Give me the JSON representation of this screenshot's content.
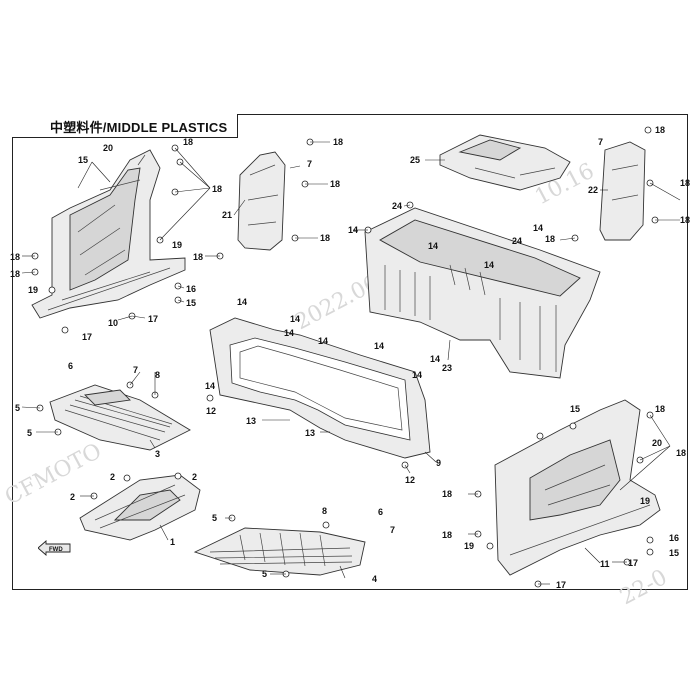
{
  "header": {
    "title": "中塑料件/MIDDLE PLASTICS"
  },
  "badge": {
    "fwd": "FWD"
  },
  "watermark": {
    "left": "CFMOTO",
    "right_top": "10.16",
    "center": "2022.06",
    "right_bottom": "22-0"
  },
  "callouts": {
    "n1": "1",
    "n2": "2",
    "n3": "3",
    "n4": "4",
    "n5": "5",
    "n6": "6",
    "n7": "7",
    "n8": "8",
    "n9": "9",
    "n10": "10",
    "n11": "11",
    "n12": "12",
    "n13": "13",
    "n14": "14",
    "n15": "15",
    "n16": "16",
    "n17": "17",
    "n18": "18",
    "n19": "19",
    "n20": "20",
    "n21": "21",
    "n22": "22",
    "n23": "23",
    "n24": "24",
    "n25": "25"
  }
}
